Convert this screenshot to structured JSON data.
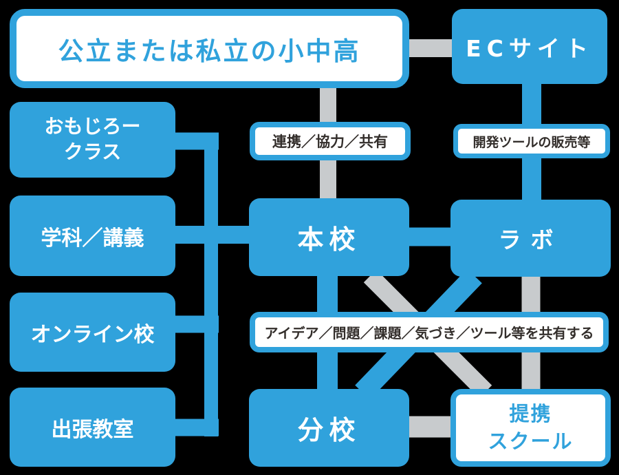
{
  "colors": {
    "background": "#000000",
    "accent_blue": "#30A2DC",
    "connector_gray": "#C8CBCD",
    "text_dark": "#332E2B",
    "text_white": "#FFFFFF"
  },
  "nodes": {
    "public_private_school": {
      "label": "公立または私立の小中高"
    },
    "ec_site": {
      "label": "ECサイト"
    },
    "omojiro_class": {
      "line1": "おもじろー",
      "line2": "クラス"
    },
    "gakka_kougi": {
      "label": "学科／講義"
    },
    "online_school": {
      "label": "オンライン校"
    },
    "shucchou_kyoushitsu": {
      "label": "出張教室"
    },
    "honkou": {
      "label": "本校"
    },
    "labo": {
      "label": "ラボ"
    },
    "bunkou": {
      "label": "分校"
    },
    "teikei_school": {
      "line1": "提携",
      "line2": "スクール"
    }
  },
  "edge_labels": {
    "renkei": "連携／協力／共有",
    "kaihatsu": "開発ツールの販売等",
    "idea_share": "アイデア／問題／課題／気づき／ツール等を共有する"
  }
}
